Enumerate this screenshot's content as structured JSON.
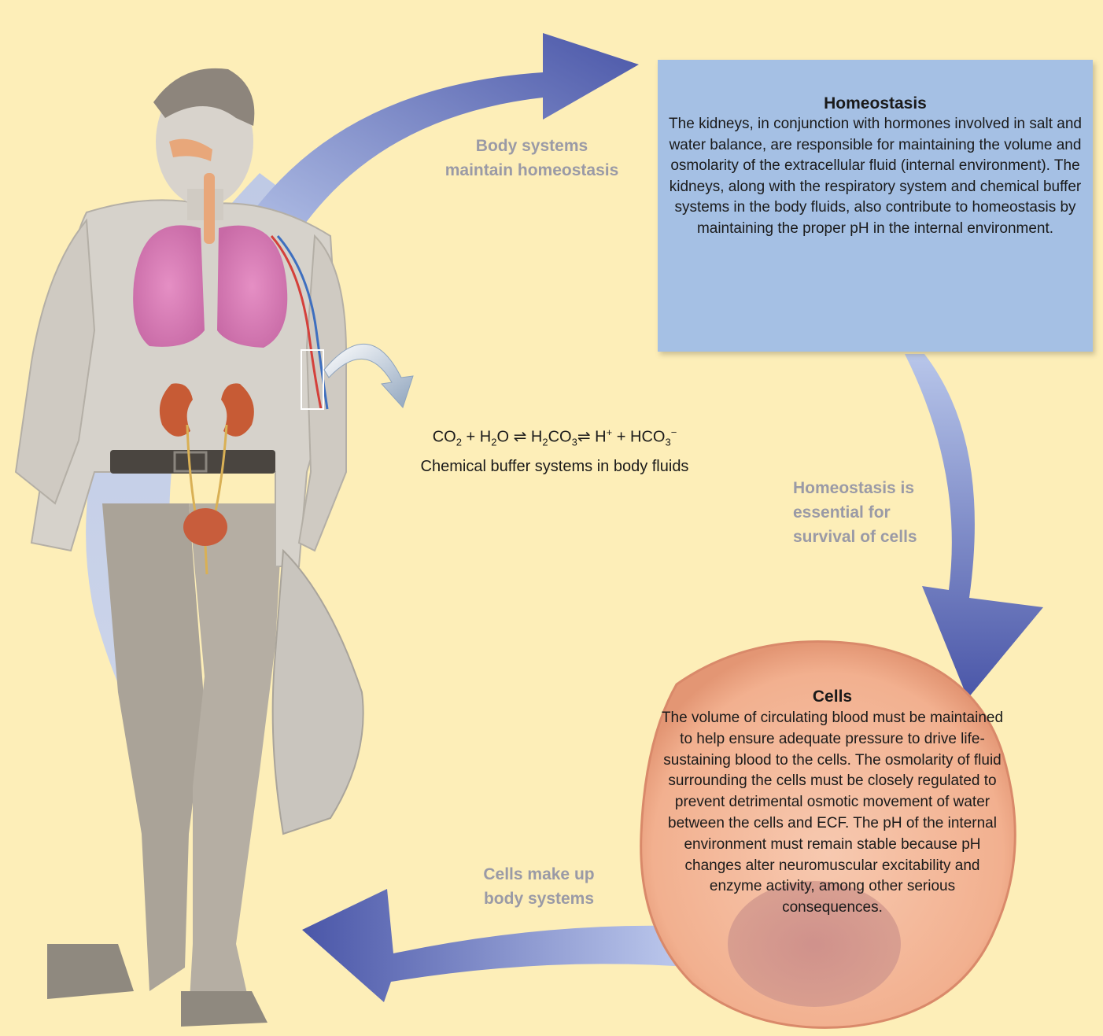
{
  "homeostasis": {
    "title": "Homeostasis",
    "body": "The kidneys, in conjunction with hormones involved in salt and water balance, are responsible for maintaining the volume and osmolarity of the extracellular fluid (internal environment). The kidneys, along with the respiratory system and chemical buffer systems in the body fluids, also contribute to homeostasis by maintaining the proper pH in the internal environment."
  },
  "cells": {
    "title": "Cells",
    "body": "The volume of circulating blood must be maintained to help ensure adequate pressure to drive life-sustaining blood to the cells. The osmolarity of fluid surrounding the cells must be closely regulated to prevent detrimental osmotic movement of water between the cells and ECF. The pH of the internal environment must remain stable because pH changes alter neuromuscular excitability and enzyme activity, among other serious consequences."
  },
  "arrows": {
    "body_systems_line1": "Body systems",
    "body_systems_line2": "maintain homeostasis",
    "homeostasis_essential_line1": "Homeostasis is",
    "homeostasis_essential_line2": "essential for",
    "homeostasis_essential_line3": "survival of cells",
    "cells_make_up_line1": "Cells make up",
    "cells_make_up_line2": "body systems"
  },
  "buffer": {
    "equation": {
      "co2": "CO",
      "co2_sub": "2",
      "plus1": "+",
      "h2o_h": "H",
      "h2o_sub": "2",
      "h2o_o": "O",
      "eq1": "⇌",
      "h2co3_h": "H",
      "h2co3_sub1": "2",
      "h2co3_co": "CO",
      "h2co3_sub2": "3",
      "eq2": "⇌",
      "h": "H",
      "h_sup": "+",
      "plus2": "+",
      "hco3": "HCO",
      "hco3_sub": "3",
      "hco3_sup": "−"
    },
    "caption": "Chemical buffer systems in body fluids"
  },
  "colors": {
    "background": "#fdeeb8",
    "arrow_dark": "#4a56a8",
    "arrow_light": "#b8c6ea",
    "homeostasis_box": "#a5c0e4",
    "cell_fill": "#f4b89c",
    "label_gray": "#9a9aa6"
  }
}
